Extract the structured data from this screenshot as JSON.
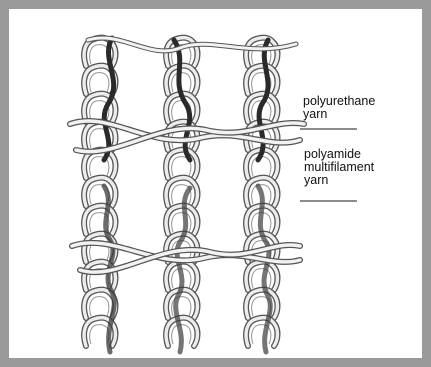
{
  "figure": {
    "labels": {
      "polyurethane_line1": "polyurethane",
      "polyurethane_line2": "yarn",
      "polyamide_line1": "polyamide",
      "polyamide_line2": "multifilament",
      "polyamide_line3": "yarn"
    },
    "colors": {
      "frame": "#9a9a9a",
      "yarn_outline": "#555555",
      "yarn_fill": "#ececec",
      "elastane": "#2a2a2a",
      "leader_line": "#8c8c8c"
    }
  }
}
